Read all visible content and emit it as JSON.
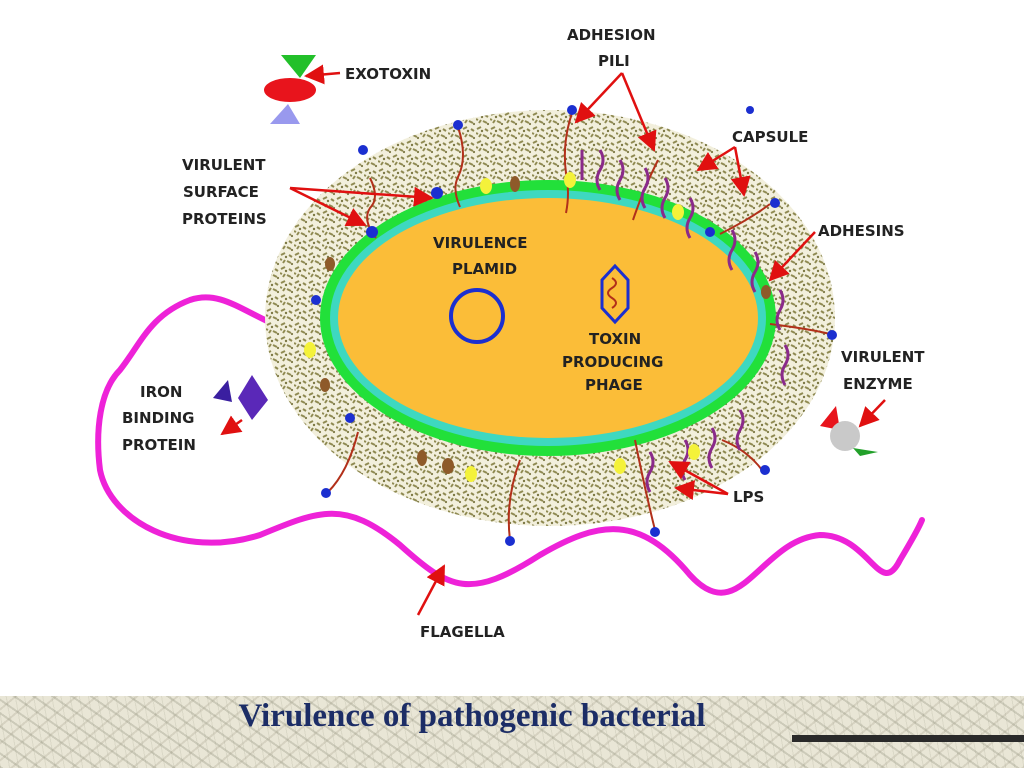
{
  "labels": {
    "exotoxin": "EXOTOXIN",
    "adhesion_pili": [
      "ADHESION",
      "PILI"
    ],
    "capsule": "CAPSULE",
    "virulent_surface_proteins": [
      "VIRULENT",
      "SURFACE",
      "PROTEINS"
    ],
    "adhesins": "ADHESINS",
    "virulence_plasmid": [
      "VIRULENCE",
      "PLAMID"
    ],
    "toxin_producing_phage": [
      "TOXIN",
      "PRODUCING",
      "PHAGE"
    ],
    "virulent_enzyme": [
      "VIRULENT",
      "ENZYME"
    ],
    "iron_binding_protein": [
      "IRON",
      "BINDING",
      "PROTEIN"
    ],
    "lps": "LPS",
    "flagella": "FLAGELLA"
  },
  "caption": "Virulence of pathogenic bacterial",
  "colors": {
    "capsule": "#a7a36a",
    "membrane_outer": "#22e03a",
    "membrane_inner": "#3ed8c0",
    "cytoplasm": "#fbbd38",
    "flagella": "#ee22d8",
    "arrow": "#e01010",
    "plasmid": "#1b2fd0",
    "pili": "#b2301a",
    "lps": "#8a2a8a",
    "caption": "#1c2d66"
  }
}
